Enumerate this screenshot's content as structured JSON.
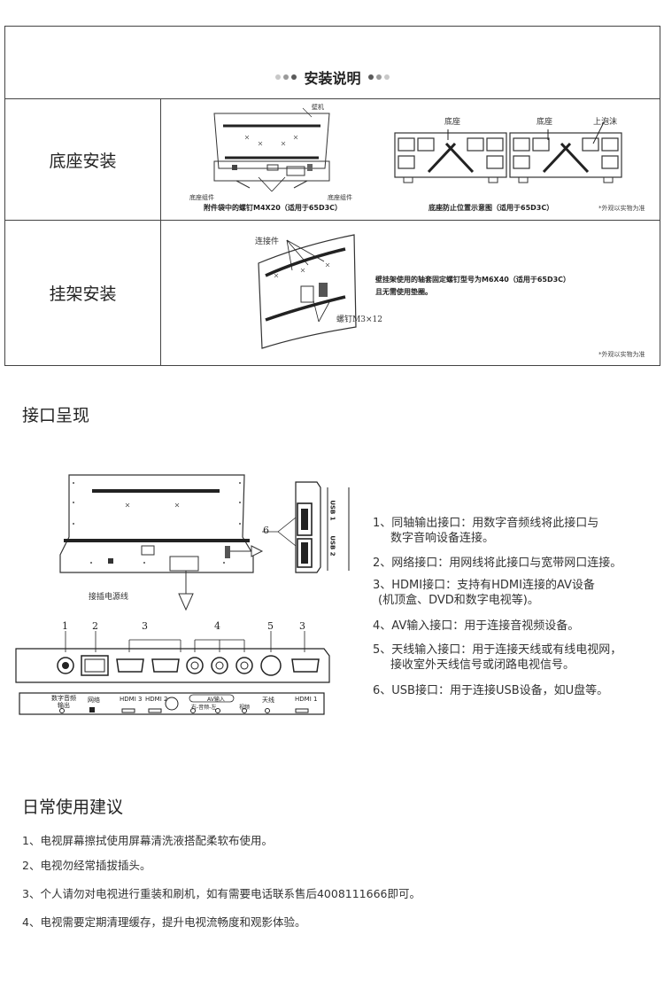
{
  "install": {
    "title": "安装说明",
    "dot_colors": [
      "#c8c8c8",
      "#9a9a9a",
      "#5a5a5a"
    ],
    "base": {
      "label": "底座安装",
      "wall_label": "壁机",
      "left_part": "底座组件",
      "right_part": "底座组件",
      "caption_left": "附件袋中的螺钉M4X20（适用于65D3C）",
      "stand_label_1": "底座",
      "stand_label_2": "底座",
      "foam_label": "上泡沫",
      "caption_right": "底座防止位置示意图（适用于65D3C）",
      "note": "*外观以实物为准"
    },
    "wall": {
      "label": "挂架安装",
      "connector_label": "连接件",
      "screw_label": "螺钉M3×12",
      "desc_line1": "壁挂架使用的轴套固定螺钉型号为M6X40（适用于65D3C）",
      "desc_line2": "且无需使用垫圈。",
      "note": "*外观以实物为准"
    }
  },
  "interfaces": {
    "heading": "接口呈现",
    "power_label": "接插电源线",
    "callouts": [
      "1",
      "2",
      "3",
      "4",
      "5",
      "3",
      "6"
    ],
    "usb_labels": [
      "USB 1",
      "USB 2"
    ],
    "port_labels": {
      "coax": "数字音频\n输出",
      "lan": "网络",
      "hdmi3": "HDMI 3",
      "hdmi2": "HDMI 2",
      "av_group": "AV输入",
      "av_sub": "右-音频-左",
      "video": "视频",
      "antenna": "天线",
      "hdmi1": "HDMI 1"
    },
    "items": [
      {
        "line1": "1、同轴输出接口：用数字音频线将此接口与",
        "line2": "数字音响设备连接。"
      },
      {
        "line1": "2、网络接口：用网线将此接口与宽带网口连接。",
        "line2": ""
      },
      {
        "line1": "3、HDMI接口：支持有HDMI连接的AV设备",
        "line2": "(机顶盒、DVD和数字电视等)。"
      },
      {
        "line1": "4、AV输入接口：用于连接音视频设备。",
        "line2": ""
      },
      {
        "line1": "5、天线输入接口：用于连接天线或有线电视网，",
        "line2": "接收室外天线信号或闭路电视信号。"
      },
      {
        "line1": "6、USB接口：用于连接USB设备，如U盘等。",
        "line2": ""
      }
    ]
  },
  "tips": {
    "heading": "日常使用建议",
    "items": [
      "1、电视屏幕擦拭使用屏幕清洗液搭配柔软布使用。",
      "2、电视勿经常插拔插头。",
      "3、个人请勿对电视进行重装和刷机，如有需要电话联系售后4008111666即可。",
      "4、电视需要定期清理缓存，提升电视流畅度和观影体验。"
    ]
  }
}
